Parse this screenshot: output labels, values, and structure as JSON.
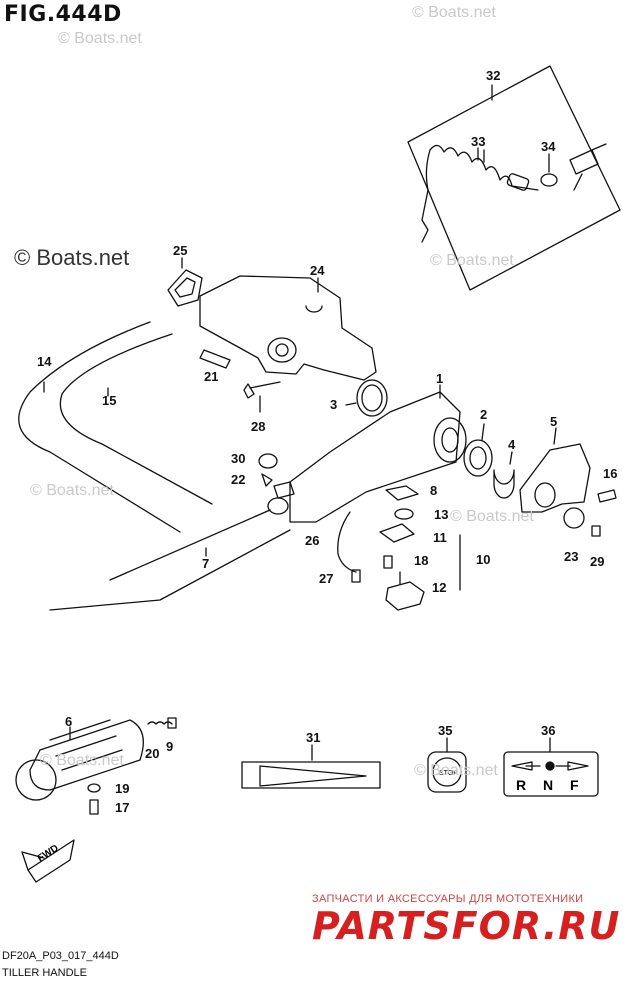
{
  "figure": {
    "title": "FIG.444D",
    "code": "DF20A_P03_017_444D",
    "name": "TILLER HANDLE"
  },
  "watermarks": {
    "primary": "© Boats.net",
    "secondary": "© Boats.net"
  },
  "brand": {
    "tagline": "ЗАПЧАСТИ И АКСЕССУАРЫ ДЛЯ МОТОТЕХНИКИ",
    "logo": "PARTSFOR.RU",
    "color": "#d62020"
  },
  "callouts": {
    "c1": "1",
    "c2": "2",
    "c3": "3",
    "c4": "4",
    "c5": "5",
    "c6": "6",
    "c7": "7",
    "c8": "8",
    "c9": "9",
    "c10": "10",
    "c11": "11",
    "c12": "12",
    "c13": "13",
    "c14": "14",
    "c15": "15",
    "c16": "16",
    "c17": "17",
    "c18": "18",
    "c19": "19",
    "c20": "20",
    "c21": "21",
    "c22": "22",
    "c23": "23",
    "c24": "24",
    "c25": "25",
    "c26": "26",
    "c27": "27",
    "c28": "28",
    "c29": "29",
    "c30": "30",
    "c31": "31",
    "c32": "32",
    "c33": "33",
    "c34": "34",
    "c35": "35",
    "c36": "36"
  },
  "labels": {
    "fwd": "FWD",
    "stop": "STOP",
    "shift_r": "R",
    "shift_n": "N",
    "shift_f": "F"
  }
}
